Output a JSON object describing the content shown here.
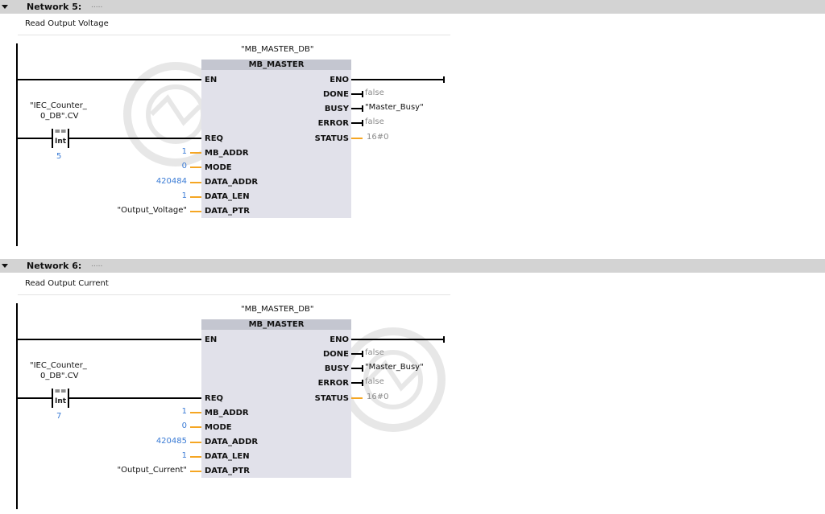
{
  "networks": [
    {
      "title": "Network 5:",
      "comment": ".....",
      "description": "Read Output Voltage",
      "instance_db": "\"MB_MASTER_DB\"",
      "block_name": "MB_MASTER",
      "compare": {
        "operand_line1": "\"IEC_Counter_",
        "operand_line2": "0_DB\".CV",
        "operator": "==",
        "type": "Int",
        "value": "5"
      },
      "inputs": {
        "en": "EN",
        "req": "REQ",
        "mb_addr": "MB_ADDR",
        "mode": "MODE",
        "data_addr": "DATA_ADDR",
        "data_len": "DATA_LEN",
        "data_ptr": "DATA_PTR"
      },
      "input_values": {
        "mb_addr": "1",
        "mode": "0",
        "data_addr": "420484",
        "data_len": "1",
        "data_ptr": "\"Output_Voltage\""
      },
      "outputs": {
        "eno": "ENO",
        "done": "DONE",
        "busy": "BUSY",
        "error": "ERROR",
        "status": "STATUS"
      },
      "output_values": {
        "done": "false",
        "busy": "\"Master_Busy\"",
        "error": "false",
        "status": "16#0"
      }
    },
    {
      "title": "Network 6:",
      "comment": ".....",
      "description": "Read Output Current",
      "instance_db": "\"MB_MASTER_DB\"",
      "block_name": "MB_MASTER",
      "compare": {
        "operand_line1": "\"IEC_Counter_",
        "operand_line2": "0_DB\".CV",
        "operator": "==",
        "type": "Int",
        "value": "7"
      },
      "inputs": {
        "en": "EN",
        "req": "REQ",
        "mb_addr": "MB_ADDR",
        "mode": "MODE",
        "data_addr": "DATA_ADDR",
        "data_len": "DATA_LEN",
        "data_ptr": "DATA_PTR"
      },
      "input_values": {
        "mb_addr": "1",
        "mode": "0",
        "data_addr": "420485",
        "data_len": "1",
        "data_ptr": "\"Output_Current\""
      },
      "outputs": {
        "eno": "ENO",
        "done": "DONE",
        "busy": "BUSY",
        "error": "ERROR",
        "status": "STATUS"
      },
      "output_values": {
        "done": "false",
        "busy": "\"Master_Busy\"",
        "error": "false",
        "status": "16#0"
      }
    }
  ],
  "colors": {
    "header_bg": "#d3d3d3",
    "block_bg": "#e1e1ea",
    "block_title_bg": "#c4c6d0",
    "constant_blue": "#3a7bd5",
    "wire_orange": "#f5a623",
    "value_gray": "#8a8a8a"
  }
}
